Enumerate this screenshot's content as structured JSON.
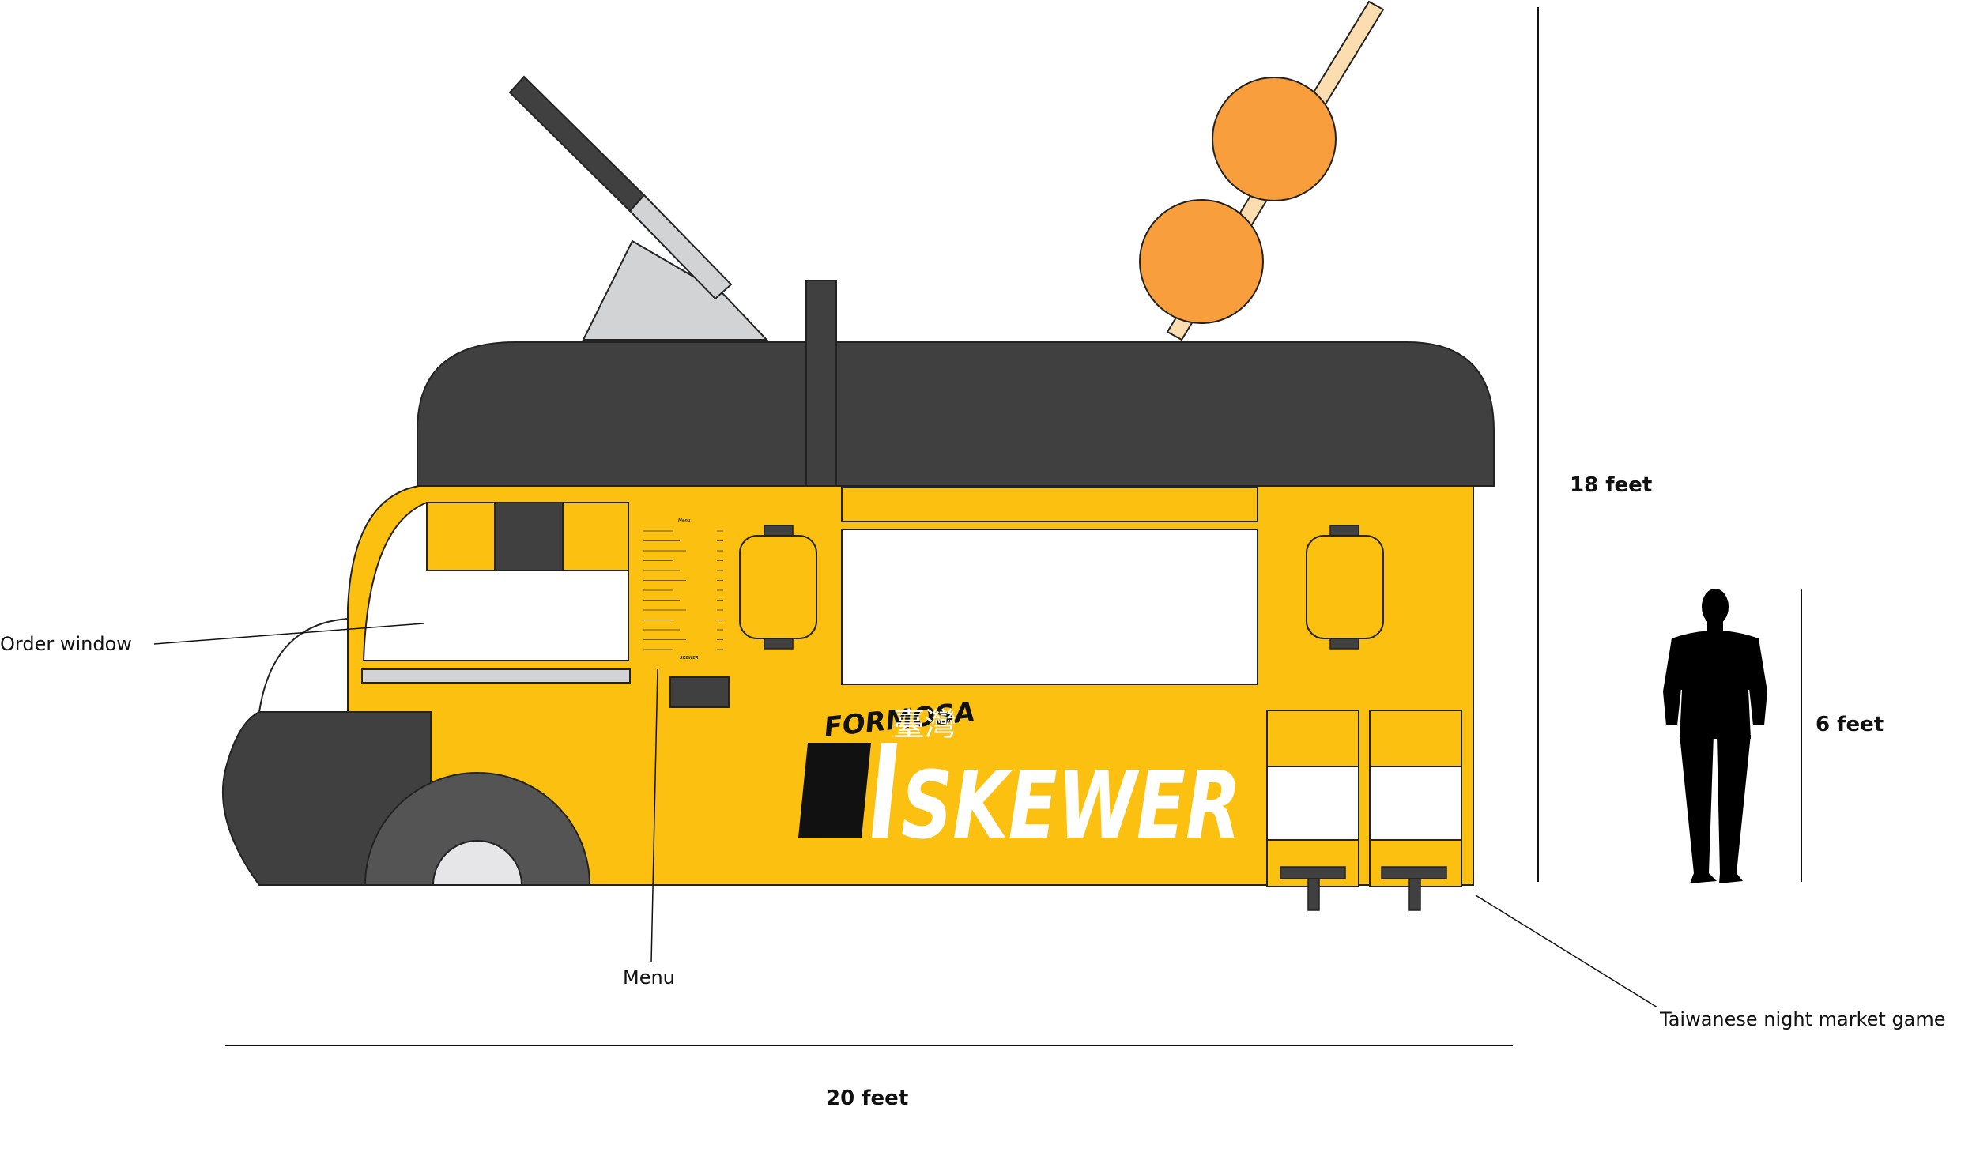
{
  "labels": {
    "order_window": "Order window",
    "menu": "Menu",
    "game": "Taiwanese night market game"
  },
  "dimensions": {
    "height_truck": "18 feet",
    "height_person": "6 feet",
    "length_truck": "20 feet"
  },
  "brand": {
    "formosa": "FORMOSA",
    "chinese": "臺灣",
    "skewer": "SKEWER"
  },
  "menu_board": {
    "heading": "Menu",
    "items": [
      "",
      "",
      "",
      "",
      "",
      "",
      "",
      "",
      "",
      "",
      "",
      "",
      ""
    ]
  },
  "colors": {
    "truck_body": "#FCC010",
    "roof": "#404040",
    "outline": "#222222",
    "skewer_ball": "#F89E3C",
    "skewer_stick": "#FCDDB0",
    "wheel": "#545454",
    "hubcap": "#E6E6E8",
    "window": "#FFFFFF",
    "silhouette": "#000000"
  },
  "icons": {
    "person": "person-silhouette-icon",
    "lantern": "lantern-icon",
    "cleaver": "cleaver-icon",
    "skewer": "meatball-skewer-icon"
  }
}
